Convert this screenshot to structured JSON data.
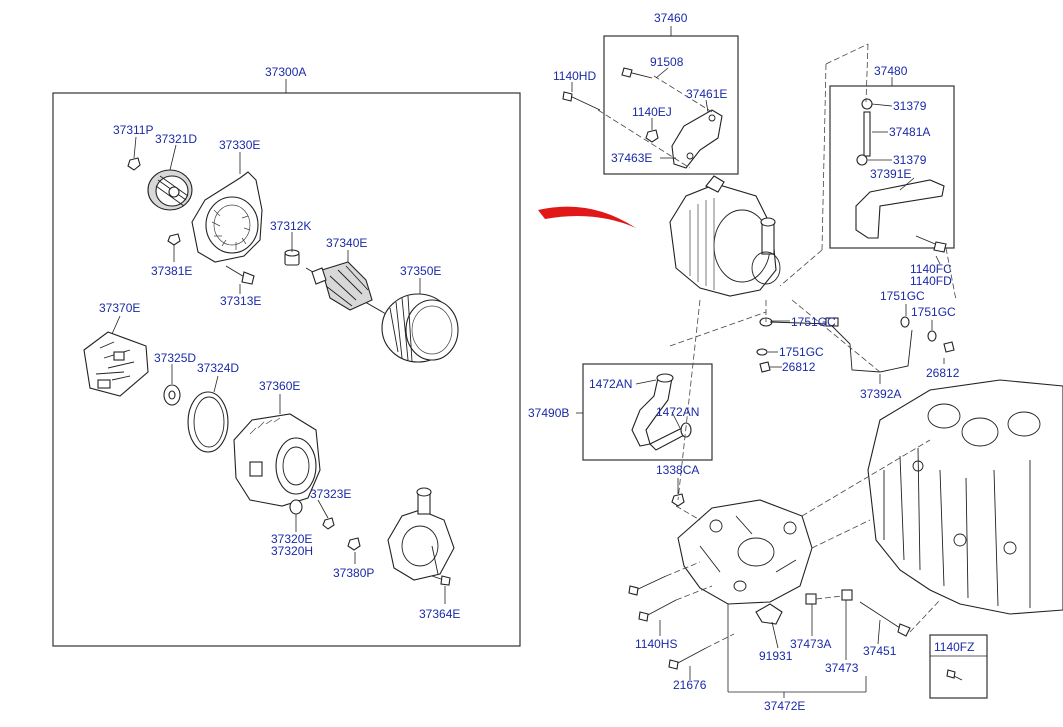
{
  "colors": {
    "label": "#1a2aa8",
    "arrow": "#e01818",
    "line": "#222222"
  },
  "labels": {
    "p37300A": "37300A",
    "p37311P": "37311P",
    "p37321D": "37321D",
    "p37330E": "37330E",
    "p37381E": "37381E",
    "p37312K": "37312K",
    "p37340E": "37340E",
    "p37313E": "37313E",
    "p37350E": "37350E",
    "p37370E": "37370E",
    "p37325D": "37325D",
    "p37324D": "37324D",
    "p37360E": "37360E",
    "p37323E": "37323E",
    "p37320E": "37320E",
    "p37320H": "37320H",
    "p37380P": "37380P",
    "p37364E": "37364E",
    "p37460": "37460",
    "p1140HD": "1140HD",
    "p91508": "91508",
    "p37461E": "37461E",
    "p1140EJ": "1140EJ",
    "p37463E": "37463E",
    "p37480": "37480",
    "p31379a": "31379",
    "p37481A": "37481A",
    "p31379b": "31379",
    "p37391E": "37391E",
    "p1140FC": "1140FC",
    "p1140FD": "1140FD",
    "p1751GCa": "1751GC",
    "p1751GCb": "1751GC",
    "p1751GCc": "1751GC",
    "p1751GCd": "1751GC",
    "p26812a": "26812",
    "p26812b": "26812",
    "p37392A": "37392A",
    "p1472ANa": "1472AN",
    "p1472ANb": "1472AN",
    "p37490B": "37490B",
    "p1338CA": "1338CA",
    "p1140HS": "1140HS",
    "p91931": "91931",
    "p37473A": "37473A",
    "p37473": "37473",
    "p37451": "37451",
    "p21676": "21676",
    "p37472E": "37472E",
    "p1140FZ": "1140FZ"
  }
}
